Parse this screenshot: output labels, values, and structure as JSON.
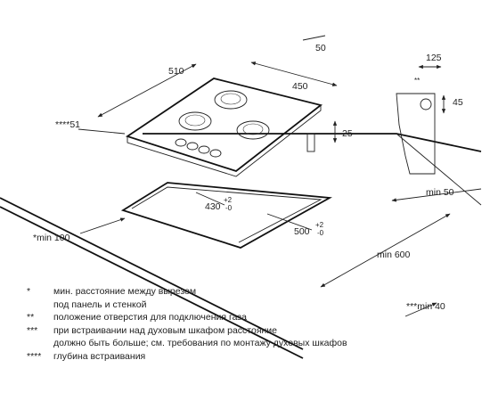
{
  "dimensions": {
    "depth": "510",
    "width": "450",
    "edge_offset": "50",
    "height": "25",
    "install_depth": "****51",
    "cutout_width": "430",
    "cutout_width_tol_plus": "+2",
    "cutout_width_tol_minus": "-0",
    "cutout_depth": "500",
    "cutout_depth_tol_plus": "+2",
    "cutout_depth_tol_minus": "-0",
    "min_wall": "*min 100",
    "min_back": "min 50",
    "min_front": "min 600",
    "min_oven": "***min 40",
    "detail_width": "125",
    "detail_height": "45",
    "detail_marker": "**"
  },
  "notes": [
    {
      "marker": "*",
      "text": "мин. расстояние между вырезом"
    },
    {
      "marker": "",
      "text": "под панель и стенкой"
    },
    {
      "marker": "**",
      "text": "положение отверстия для подключения газа"
    },
    {
      "marker": "***",
      "text": "при встраивании над духовым шкафом расстояние"
    },
    {
      "marker": "",
      "text": "должно быть больше; см. требования по монтажу духовых шкафов"
    },
    {
      "marker": "****",
      "text": "глубина встраивания"
    }
  ]
}
